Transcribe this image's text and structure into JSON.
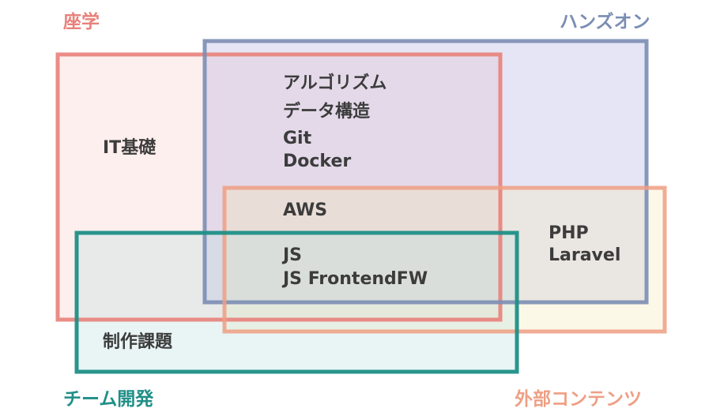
{
  "groups": {
    "zagaku": {
      "label": "座学",
      "color": "#e8817a"
    },
    "hands_on": {
      "label": "ハンズオン",
      "color": "#7b8db4"
    },
    "team_dev": {
      "label": "チーム開発",
      "color": "#1f8f87"
    },
    "external": {
      "label": "外部コンテンツ",
      "color": "#ee9f84"
    }
  },
  "items": {
    "algorithm": "アルゴリズム",
    "data_structure": "データ構造",
    "git": "Git",
    "docker": "Docker",
    "it_basics": "IT基礎",
    "aws": "AWS",
    "php": "PHP",
    "laravel": "Laravel",
    "js": "JS",
    "js_frontend_fw": "JS FrontendFW",
    "project_assignment": "制作課題"
  }
}
